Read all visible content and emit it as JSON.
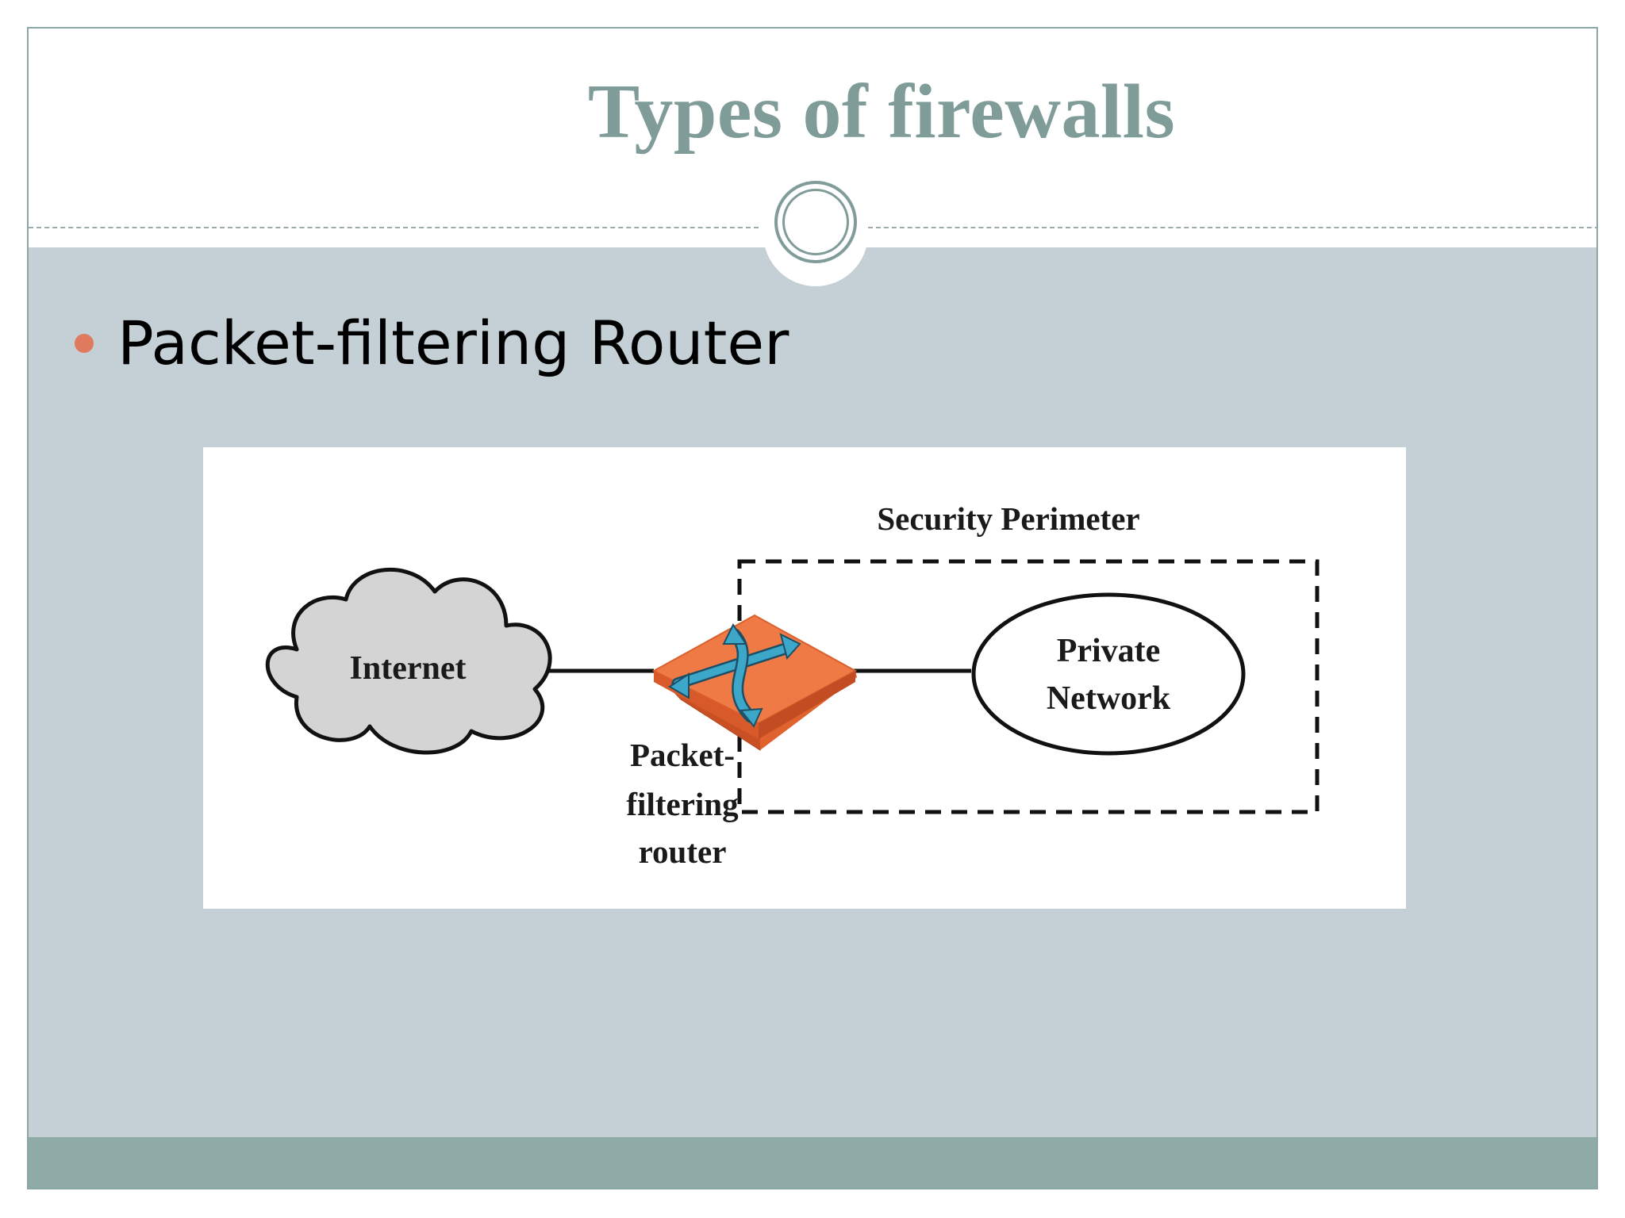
{
  "slide": {
    "title": "Types of firewalls",
    "bullets": [
      {
        "text": "Packet-filtering Router"
      }
    ]
  },
  "diagram": {
    "labels": {
      "security_perimeter": "Security Perimeter",
      "internet": "Internet",
      "private_network_line1": "Private",
      "private_network_line2": "Network",
      "router_line1": "Packet-",
      "router_line2": "filtering",
      "router_line3": "router"
    },
    "colors": {
      "cloud_fill": "#d4d4d4",
      "router_top": "#f07a45",
      "router_side": "#cf5227",
      "router_arrows": "#3ca7c8",
      "accent_title": "#7f9c98",
      "bullet": "#e07a5f",
      "content_background": "#c4d0d6",
      "footer": "#8eaba7"
    },
    "icons": [
      "cloud-icon",
      "router-icon",
      "private-network-ellipse"
    ]
  }
}
